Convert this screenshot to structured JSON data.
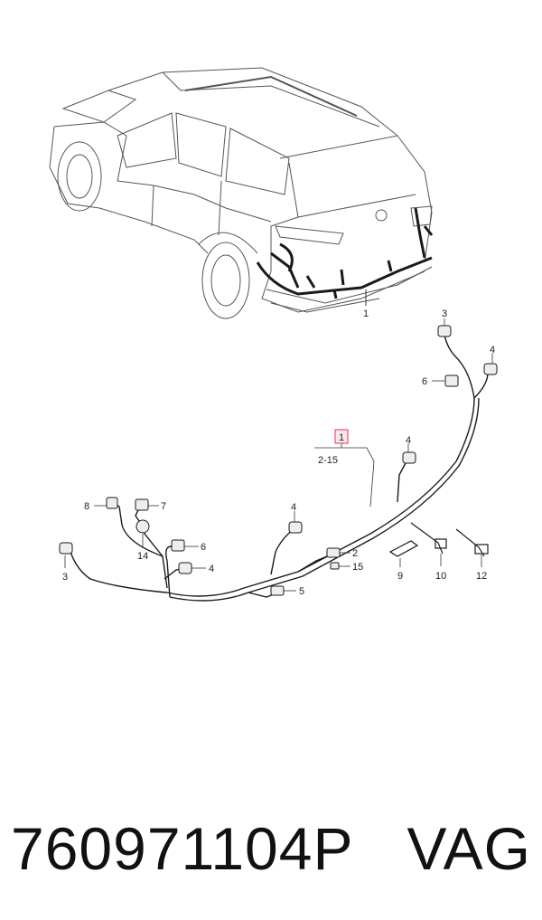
{
  "diagram": {
    "car_callout": "1",
    "main_callout": "1",
    "range_label": "2-15",
    "callouts": {
      "c2": "2",
      "c3_top": "3",
      "c3_left": "3",
      "c4_topright": "4",
      "c4_mid": "4",
      "c4_center": "4",
      "c4_left": "4",
      "c5": "5",
      "c6_top": "6",
      "c6_left": "6",
      "c7": "7",
      "c8": "8",
      "c9": "9",
      "c10": "10",
      "c12": "12",
      "c14": "14",
      "c15": "15"
    },
    "highlight_color": "#e0305a",
    "line_color": "#1a1a1a"
  },
  "footer": {
    "part_number": "760971104P",
    "brand": "VAG"
  }
}
